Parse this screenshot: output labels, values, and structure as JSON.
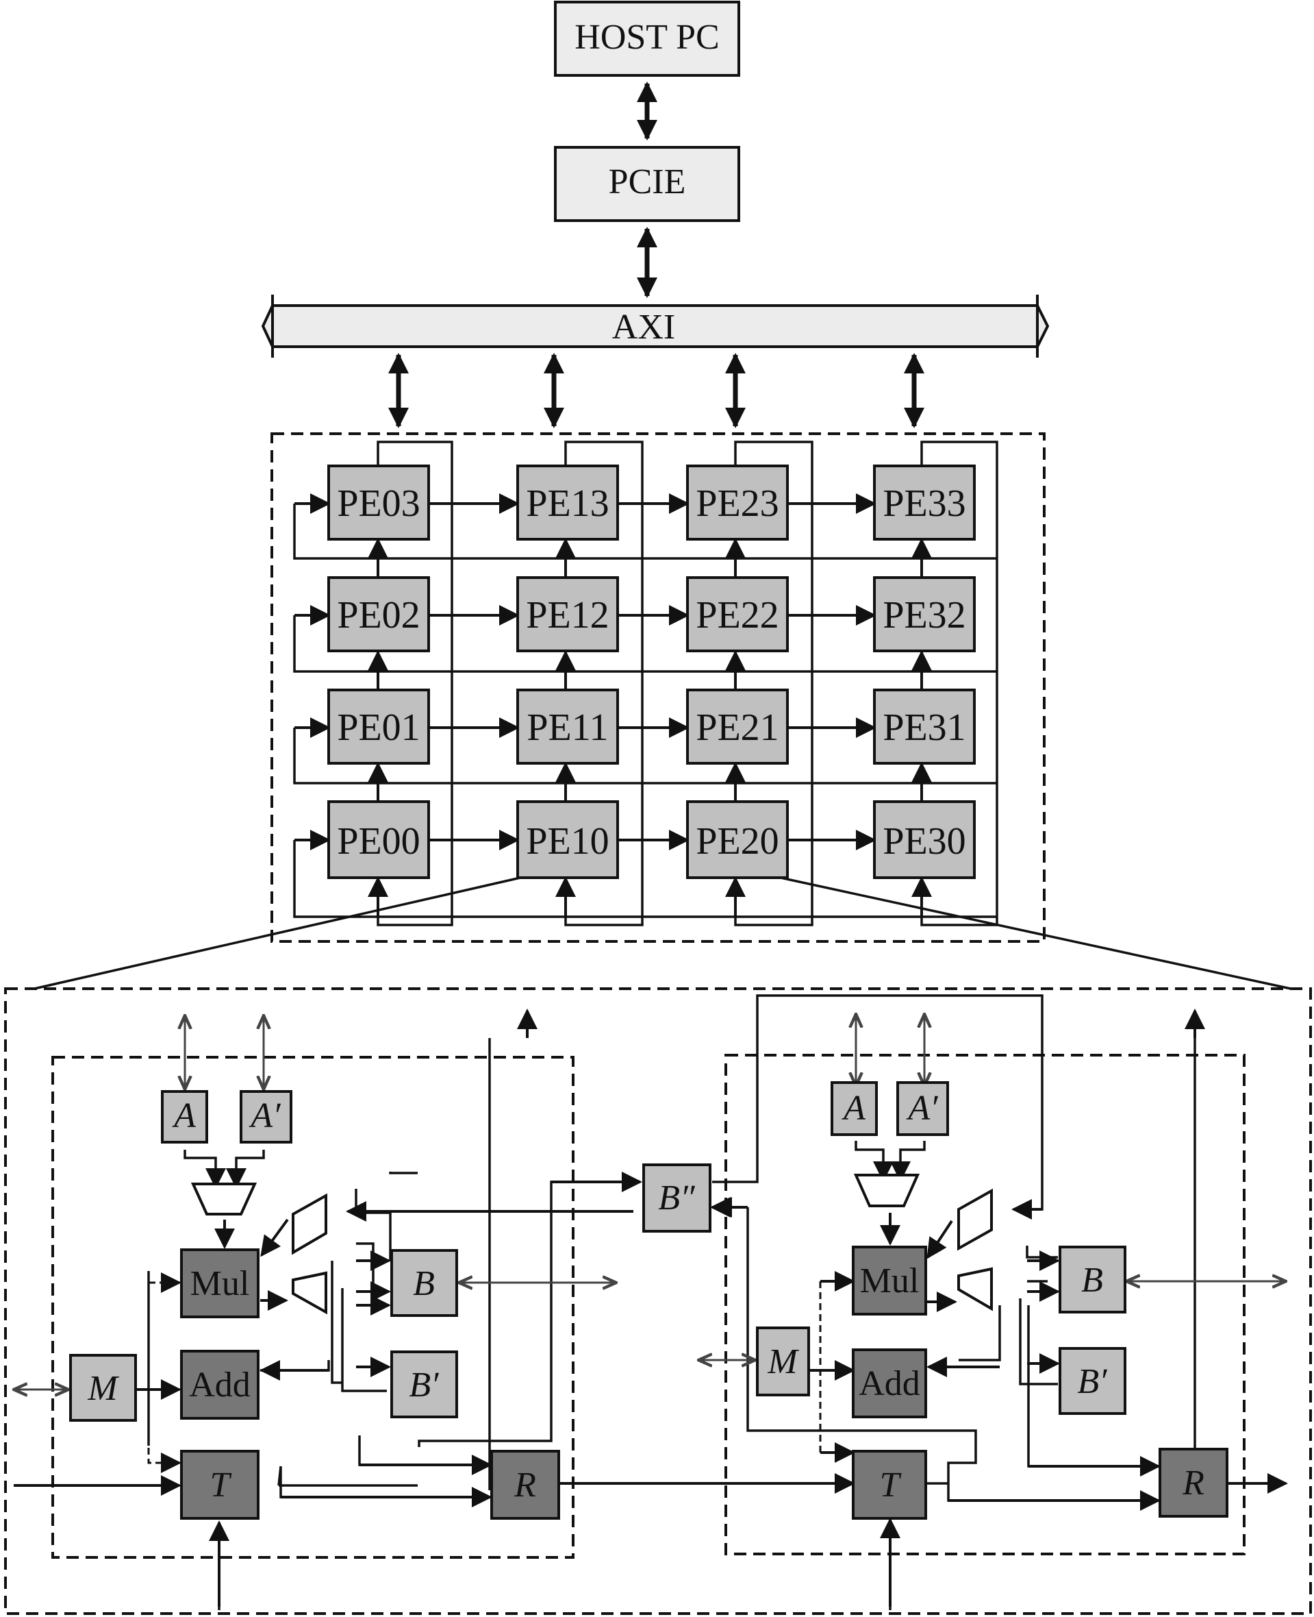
{
  "top": {
    "host": "HOST PC",
    "pcie": "PCIE",
    "bus": "AXI"
  },
  "pe_grid": {
    "rows": [
      [
        "PE03",
        "PE13",
        "PE23",
        "PE33"
      ],
      [
        "PE02",
        "PE12",
        "PE22",
        "PE32"
      ],
      [
        "PE01",
        "PE11",
        "PE21",
        "PE31"
      ],
      [
        "PE00",
        "PE10",
        "PE20",
        "PE30"
      ]
    ]
  },
  "pe_detail": {
    "mem_a": "A",
    "mem_a2": "A′",
    "mem_b": "B",
    "mem_b2": "B′",
    "mem_m": "M",
    "mul": "Mul",
    "add": "Add",
    "t": "T",
    "r": "R"
  },
  "shared": {
    "b3": "B″"
  },
  "colors": {
    "light_fill": "#ececec",
    "pe_fill": "#c0c0c0",
    "mem_fill": "#bfbfbf",
    "op_fill": "#777777",
    "stroke": "#111111"
  }
}
